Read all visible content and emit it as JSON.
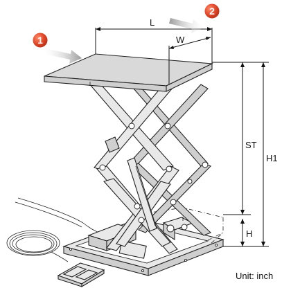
{
  "labels": {
    "length": "L",
    "width": "W",
    "stroke": "ST",
    "height_max": "H1",
    "height_min": "H",
    "unit": "Unit: inch"
  },
  "markers": [
    {
      "number": "1",
      "color": "#e2492b"
    },
    {
      "number": "2",
      "color": "#e2492b"
    }
  ],
  "arrow_color": "#a9a9a9"
}
